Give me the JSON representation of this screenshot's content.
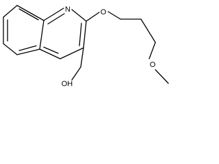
{
  "structure": {
    "atoms": {
      "N": "N",
      "O_ether": "O",
      "O_methoxy": "O",
      "OH": "OH"
    }
  }
}
